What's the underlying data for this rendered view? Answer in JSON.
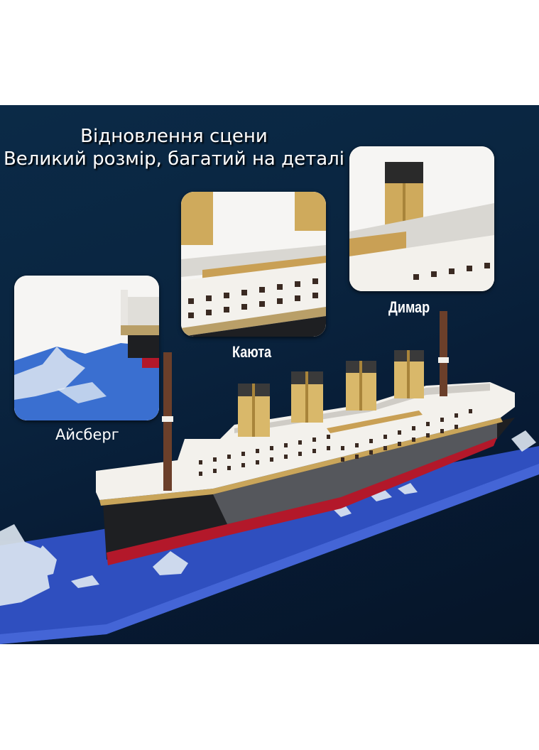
{
  "headline": {
    "line1": "Відновлення сцени",
    "line2": "Великий розмір, багатий на деталі"
  },
  "callouts": [
    {
      "id": "iceberg",
      "label": "Айсберг"
    },
    {
      "id": "cabin",
      "label": "Каюта"
    },
    {
      "id": "funnel",
      "label": "Димар"
    }
  ],
  "colors": {
    "background": "#0a2540",
    "hull_black": "#1e1f22",
    "hull_red": "#b3182a",
    "superstructure_white": "#f3f1ec",
    "funnel_tan": "#d9b86a",
    "funnel_top": "#3a3a3a",
    "mast_brown": "#6b3f2a",
    "water_blue": "#2f4fbf",
    "trim_gold": "#c9a55a"
  }
}
